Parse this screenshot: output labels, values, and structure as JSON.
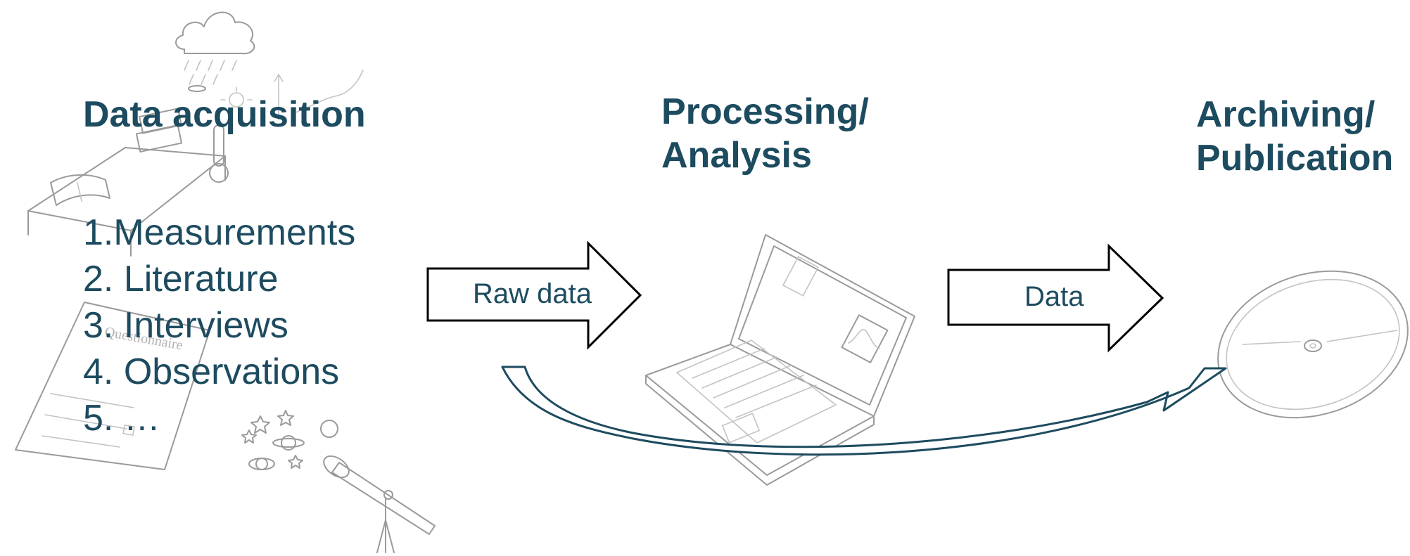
{
  "stages": {
    "acquisition": {
      "title": "Data acquisition"
    },
    "processing": {
      "title_line1": "Processing/",
      "title_line2": "Analysis"
    },
    "archiving": {
      "title_line1": "Archiving/",
      "title_line2": "Publication"
    }
  },
  "acquisition_methods": [
    "1.Measurements",
    "2. Literature",
    "3. Interviews",
    "4. Observations",
    "5. …"
  ],
  "arrows": {
    "raw_data_label": "Raw data",
    "data_label": "Data"
  },
  "illustrations": {
    "acquisition": [
      "cloud-rain-sketch",
      "books-desk-sketch",
      "questionnaire-sketch",
      "telescope-sketch",
      "stars-planets-sketch",
      "thermometer-sketch"
    ],
    "processing": [
      "laptop-sketch"
    ],
    "archiving": [
      "disc-sketch"
    ],
    "questionnaire_text": "Questionnaire"
  },
  "colors": {
    "text": "#1d4b5f",
    "arrow_stroke": "#000000",
    "bypass_arrow_stroke": "#1d4b5f",
    "sketch": "#9a9a9a"
  }
}
